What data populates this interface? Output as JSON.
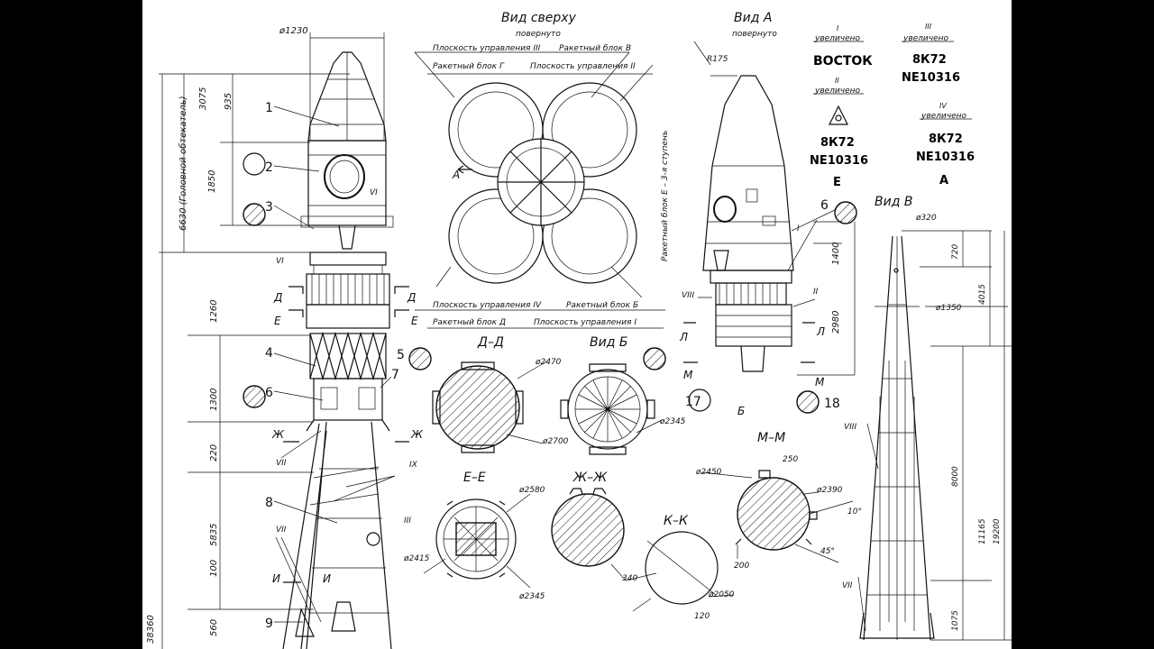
{
  "views": {
    "top_view": {
      "title": "Вид сверху",
      "note": "повернуто"
    },
    "view_a": {
      "title": "Вид А",
      "note": "повернуто"
    },
    "view_b_small": {
      "title": "Вид Б"
    },
    "view_v": {
      "title": "Вид В"
    }
  },
  "markings": [
    {
      "roman": "I",
      "note": "увеличено",
      "lines": [
        "ВОСТОК"
      ]
    },
    {
      "roman": "II",
      "note": "увеличено",
      "lines": [
        "8К72",
        "NE10316",
        "Е"
      ]
    },
    {
      "roman": "III",
      "note": "увеличено",
      "lines": [
        "8К72",
        "NE10316"
      ]
    },
    {
      "roman": "IV",
      "note": "увеличено",
      "lines": [
        "8К72",
        "NE10316",
        "А"
      ]
    }
  ],
  "top_view_labels": {
    "l1": "Плоскость управления III",
    "l2": "Ракетный блок В",
    "l3": "Ракетный блок Г",
    "l4": "Плоскость управления II",
    "l5": "Плоскость управления IV",
    "l6": "Ракетный блок Б",
    "l7": "Ракетный блок Д",
    "l8": "Плоскость управления I",
    "arrow_a": "А"
  },
  "view_a_side_label": "Ракетный блок Е – 3-я ступень",
  "sections": {
    "dd": "Д–Д",
    "ee": "Е–Е",
    "zhzh": "Ж–Ж",
    "kk": "К–К",
    "mm": "М–М"
  },
  "section_markers": [
    "Д",
    "Д",
    "Е",
    "Е",
    "Ж",
    "Ж",
    "И",
    "И",
    "Л",
    "Л",
    "М",
    "М",
    "Б"
  ],
  "callouts": [
    "1",
    "2",
    "3",
    "4",
    "5",
    "6",
    "7",
    "8",
    "9",
    "6",
    "17",
    "18"
  ],
  "roman_callouts": [
    "VI",
    "VI",
    "VII",
    "VII",
    "IX",
    "III",
    "VIII",
    "I",
    "II",
    "VII",
    "VIII"
  ],
  "main_dims": {
    "d1230": "ø1230",
    "d3075": "3075",
    "d935": "935",
    "d1850": "1850",
    "d6630": "6630 (Головной обтекатель)",
    "d1260": "1260",
    "d1300": "1300",
    "d220": "220",
    "d5835": "5835",
    "d100": "100",
    "d560": "560",
    "d38360": "38360"
  },
  "view_a_dims": {
    "r175": "R175",
    "d1400": "1400",
    "d2980": "2980"
  },
  "view_v_dims": {
    "d320": "ø320",
    "d720": "720",
    "d4015": "4015",
    "d1350": "ø1350",
    "d8000": "8000",
    "d11165": "11165",
    "d19200": "19200",
    "d1075": "1075"
  },
  "section_dims": {
    "d2470": "ø2470",
    "d2700": "ø2700",
    "d2345a": "ø2345",
    "d2580": "ø2580",
    "d2415": "ø2415",
    "d2345b": "ø2345",
    "d340": "340",
    "d2050": "ø2050",
    "d120": "120",
    "d2450": "ø2450",
    "d2390": "ø2390",
    "d250": "250",
    "d200": "200",
    "d10": "10°",
    "d45": "45°"
  }
}
